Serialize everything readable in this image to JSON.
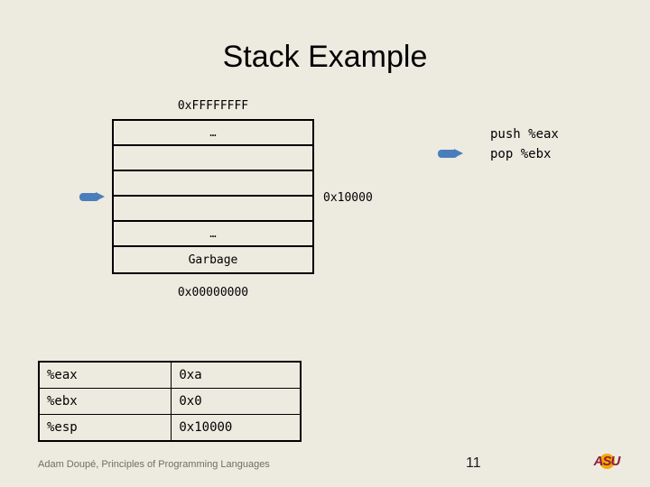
{
  "slide": {
    "title": "Stack Example",
    "background_color": "#edeae0"
  },
  "stack": {
    "top_address": "0xFFFFFFFF",
    "bottom_address": "0x00000000",
    "esp_address_label": "0x10000",
    "rows": [
      {
        "label": "…"
      },
      {
        "label": ""
      },
      {
        "label": ""
      },
      {
        "label": ""
      },
      {
        "label": "…"
      },
      {
        "label": "Garbage"
      }
    ],
    "pointer_arrow": {
      "icon": "right-arrow-icon",
      "color": "#4a7ebb"
    }
  },
  "instructions": {
    "arrow": {
      "icon": "right-arrow-icon",
      "color": "#4a7ebb"
    },
    "lines": [
      "push %eax",
      "pop %ebx"
    ]
  },
  "registers": {
    "rows": [
      {
        "name": "%eax",
        "value": "0xa"
      },
      {
        "name": "%ebx",
        "value": "0x0"
      },
      {
        "name": "%esp",
        "value": "0x10000"
      }
    ]
  },
  "footer": {
    "credit": "Adam Doupé, Principles of Programming Languages",
    "page_number": "11",
    "logo_text": "ASU",
    "logo_colors": {
      "maroon": "#8c1d40",
      "gold": "#f5a800"
    }
  }
}
